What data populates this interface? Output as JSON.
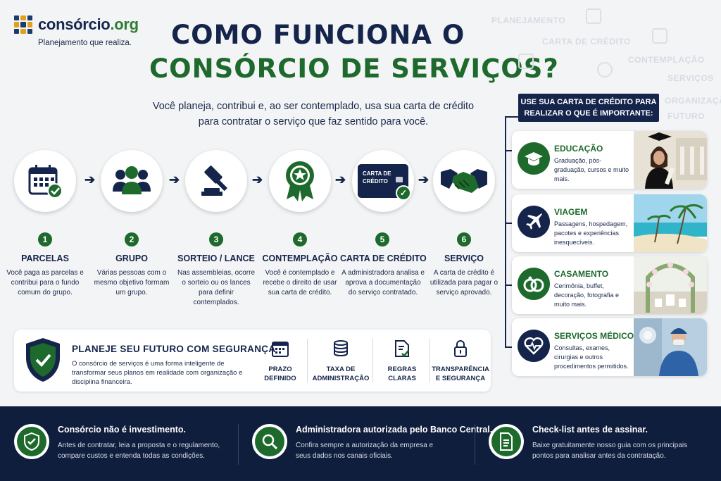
{
  "brand": {
    "name_main": "consórcio",
    "name_suffix": ".org",
    "tagline": "Planejamento que realiza."
  },
  "title": {
    "line1": "COMO FUNCIONA O",
    "line2": "CONSÓRCIO DE SERVIÇOS?"
  },
  "subtitle": {
    "line1": "Você planeja, contribui e, ao ser contemplado, usa sua carta de crédito",
    "line2": "para contratar o serviço que faz sentido para você."
  },
  "ghost_words": [
    "PLANEJAMENTO",
    "CARTA DE CRÉDITO",
    "CONTEMPLAÇÃO",
    "SERVIÇOS",
    "ORGANIZAÇÃO",
    "FUTURO"
  ],
  "steps": [
    {
      "number": "1",
      "title": "PARCELAS",
      "desc": "Você paga as parcelas e contribui para o fundo comum do grupo.",
      "icon": "calendar-check-icon"
    },
    {
      "number": "2",
      "title": "GRUPO",
      "desc": "Várias pessoas com o mesmo objetivo formam um grupo.",
      "icon": "group-people-icon"
    },
    {
      "number": "3",
      "title": "SORTEIO / LANCE",
      "desc": "Nas assembleias, ocorre o sorteio ou os lances para definir contemplados.",
      "icon": "gavel-icon"
    },
    {
      "number": "4",
      "title": "CONTEMPLAÇÃO",
      "desc": "Você é contemplado e recebe o direito de usar sua carta de crédito.",
      "icon": "award-ribbon-icon"
    },
    {
      "number": "5",
      "title": "CARTA DE CRÉDITO",
      "desc": "A administradora analisa e aprova a documentação do serviço contratado.",
      "icon": "credit-card-icon",
      "card_label_1": "CARTA DE",
      "card_label_2": "CRÉDITO"
    },
    {
      "number": "6",
      "title": "SERVIÇO",
      "desc": "A carta de crédito é utilizada para pagar o serviço aprovado.",
      "icon": "handshake-icon"
    }
  ],
  "secure": {
    "title": "PLANEJE SEU FUTURO COM SEGURANÇA",
    "desc": "O consórcio de serviços é uma forma inteligente de transformar seus planos em realidade com organização e disciplina financeira.",
    "features": [
      {
        "line1": "PRAZO",
        "line2": "DEFINIDO",
        "icon": "calendar-icon"
      },
      {
        "line1": "TAXA DE",
        "line2": "ADMINISTRAÇÃO",
        "icon": "coins-icon"
      },
      {
        "line1": "REGRAS",
        "line2": "CLARAS",
        "icon": "document-check-icon"
      },
      {
        "line1": "TRANSPARÊNCIA",
        "line2": "E SEGURANÇA",
        "icon": "lock-icon"
      }
    ]
  },
  "right_panel": {
    "header_line1": "USE SUA CARTA DE CRÉDITO PARA",
    "header_line2": "REALIZAR O QUE É IMPORTANTE:",
    "items": [
      {
        "title": "EDUCAÇÃO",
        "desc": "Graduação, pós-graduação, cursos e muito mais.",
        "icon": "graduation-cap-icon"
      },
      {
        "title": "VIAGEM",
        "desc": "Passagens, hospedagem, pacotes e experiências inesquecíveis.",
        "icon": "airplane-icon"
      },
      {
        "title": "CASAMENTO",
        "desc": "Cerimônia, buffet, decoração, fotografia e muito mais.",
        "icon": "rings-icon"
      },
      {
        "title": "SERVIÇOS MÉDICOS",
        "desc": "Consultas, exames, cirurgias e outros procedimentos permitidos.",
        "icon": "heart-pulse-icon"
      }
    ]
  },
  "footer": [
    {
      "title": "Consórcio não é investimento.",
      "line1": "Antes de contratar, leia a proposta e o regulamento,",
      "line2": "compare custos e entenda todas as condições.",
      "icon": "shield-check-icon"
    },
    {
      "title": "Administradora autorizada pelo Banco Central.",
      "line1": "Confira sempre a autorização da empresa e",
      "line2": "seus dados nos canais oficiais.",
      "icon": "magnifier-icon"
    },
    {
      "title": "Check-list antes de assinar.",
      "line1": "Baixe gratuitamente nosso guia com os principais",
      "line2": "pontos para analisar antes da contratação.",
      "icon": "document-icon"
    }
  ],
  "colors": {
    "navy": "#14244a",
    "green": "#1e6a2c",
    "footer_bg": "#0f1e3c"
  }
}
